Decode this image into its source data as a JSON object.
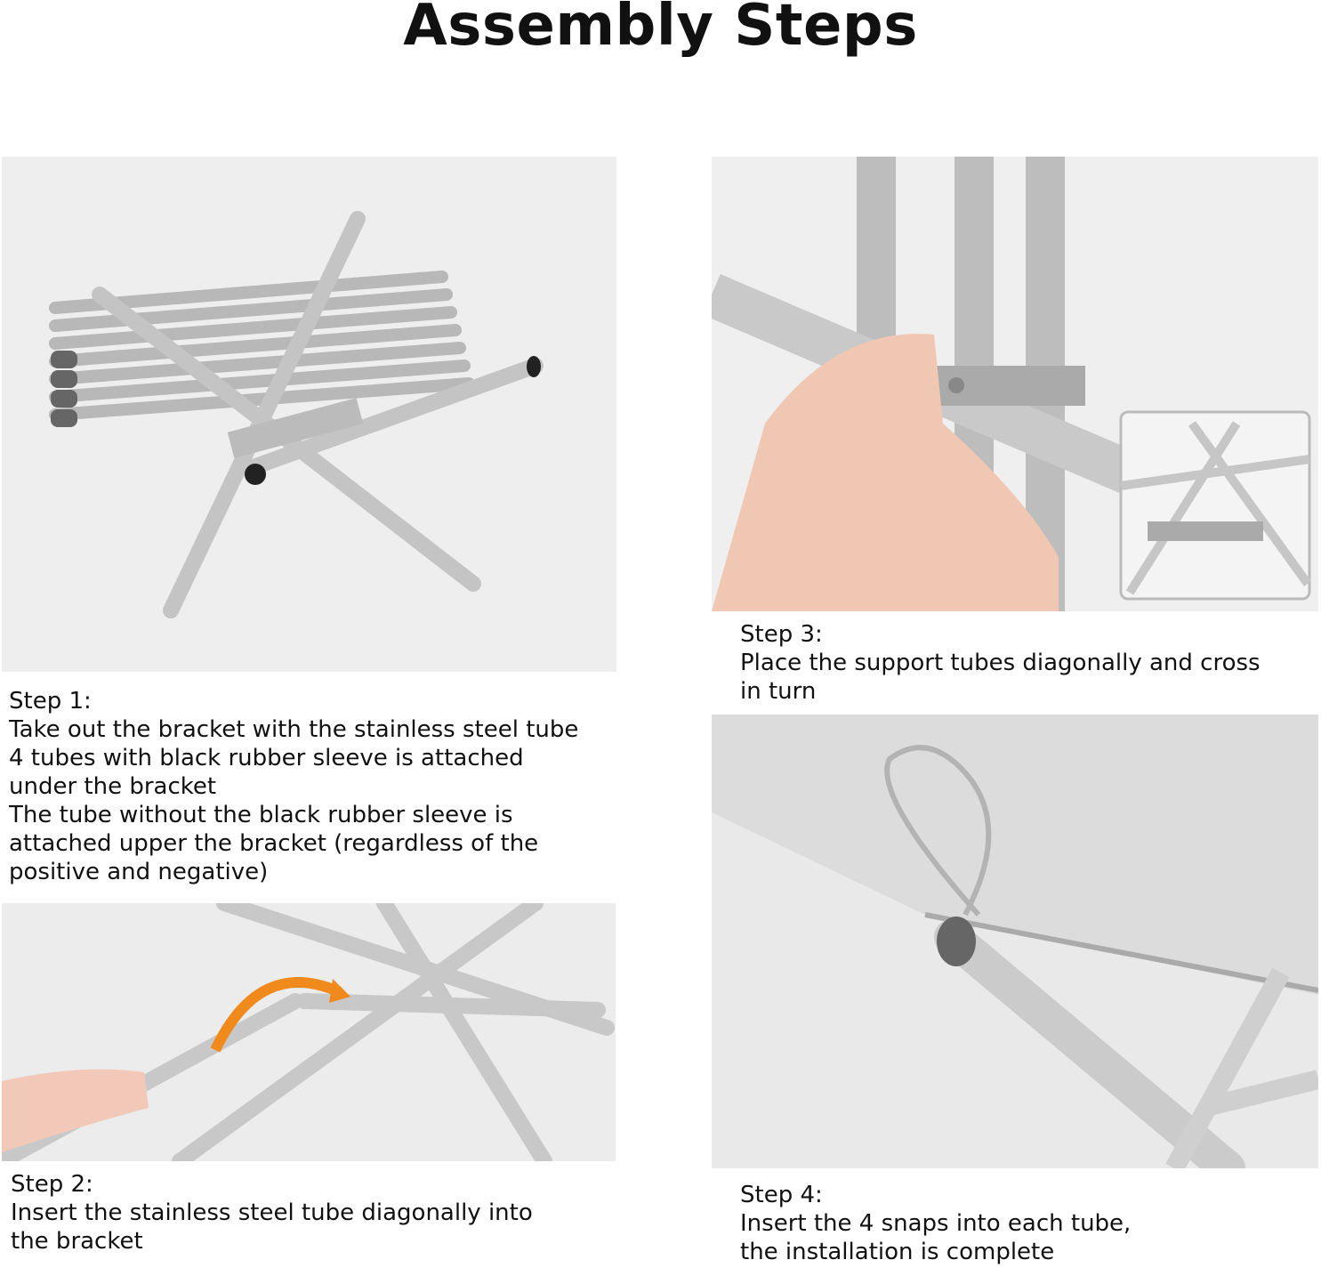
{
  "title": "Assembly Steps",
  "steps": [
    {
      "label": "Step 1:",
      "lines": [
        "Take out the bracket with the stainless steel tube",
        "4 tubes with black rubber sleeve is attached",
        "under the bracket",
        "The tube without the black rubber sleeve is",
        "attached upper the bracket (regardless of the",
        "positive and negative)"
      ]
    },
    {
      "label": "Step 2:",
      "lines": [
        "Insert the stainless steel tube diagonally into",
        "the bracket"
      ]
    },
    {
      "label": "Step 3:",
      "lines": [
        "Place the support tubes diagonally and cross",
        "in turn"
      ]
    },
    {
      "label": "Step 4:",
      "lines": [
        "Insert the 4 snaps into each tube,",
        "the installation is complete"
      ]
    }
  ]
}
